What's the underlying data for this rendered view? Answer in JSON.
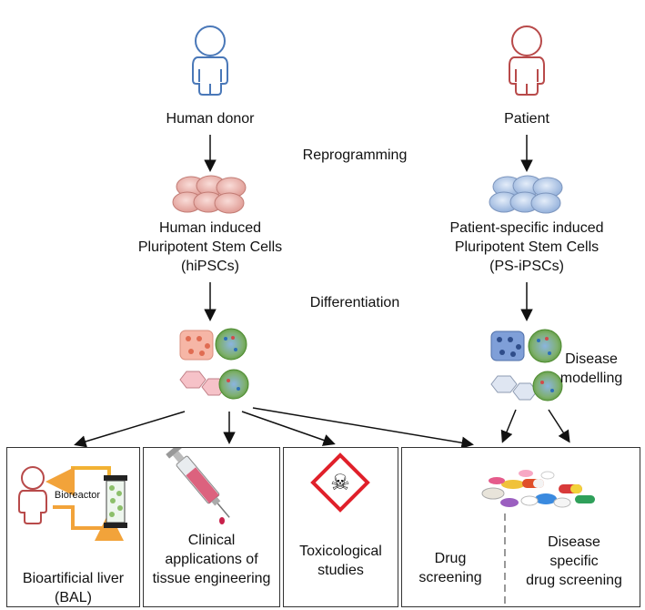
{
  "left_column": {
    "source": "Human donor",
    "cells_line1": "Human induced",
    "cells_line2": "Pluripotent Stem Cells",
    "cells_line3": "(hiPSCs)"
  },
  "right_column": {
    "source": "Patient",
    "cells_line1": "Patient-specific induced",
    "cells_line2": "Pluripotent Stem Cells",
    "cells_line3": "(PS-iPSCs)",
    "modelling_line1": "Disease",
    "modelling_line2": "modelling"
  },
  "steps": {
    "reprogramming": "Reprogramming",
    "differentiation": "Differentiation"
  },
  "boxes": {
    "bal_line1": "Bioartificial liver",
    "bal_line2": "(BAL)",
    "bioreactor": "Bioreactor",
    "clinical_line1": "Clinical",
    "clinical_line2": "applications of",
    "clinical_line3": "tissue engineering",
    "tox_line1": "Toxicological",
    "tox_line2": "studies",
    "drug_line1": "Drug",
    "drug_line2": "screening",
    "disease_line1": "Disease",
    "disease_line2": "specific",
    "disease_line3": "drug screening"
  },
  "colors": {
    "donor_outline": "#4a78b8",
    "patient_outline": "#b84a4a",
    "hipsc_cells": "#e8a9a3",
    "psipsc_cells": "#a9c2e4",
    "arrow_orange": "#f2a33a",
    "hazard_red": "#e0202a"
  }
}
